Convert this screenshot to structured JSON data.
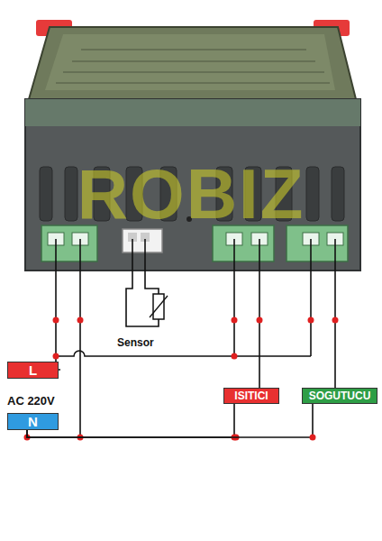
{
  "diagram": {
    "nodes": [
      {
        "text": [
          "L"
        ]
      },
      {
        "text": [
          "N"
        ]
      },
      {
        "text": [
          "ISITICI"
        ]
      },
      {
        "text": [
          "SOGUTUCU"
        ]
      }
    ],
    "edges": [
      {
        "from": 1,
        "to": 2,
        "arrow": "none"
      },
      {
        "from": 1,
        "to": 3,
        "arrow": "none"
      }
    ],
    "labels": [
      "ROBIZ",
      "AC 220V",
      "Sensor"
    ]
  }
}
